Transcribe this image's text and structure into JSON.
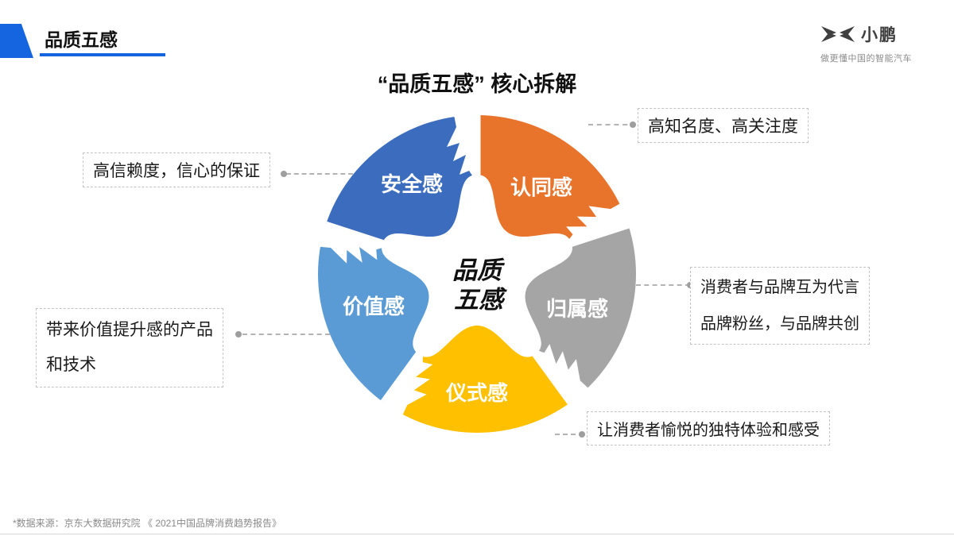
{
  "header": {
    "title": "品质五感"
  },
  "brand": {
    "name": "小鹏",
    "tagline": "做更懂中国的智能汽车",
    "accent": "#1565E0"
  },
  "main": {
    "title": "“品质五感” 核心拆解"
  },
  "diagram": {
    "center": {
      "line1": "品质",
      "line2": "五感"
    },
    "segments": [
      {
        "label": "安全感",
        "color": "#3B6CBE"
      },
      {
        "label": "认同感",
        "color": "#E8732B"
      },
      {
        "label": "归属感",
        "color": "#A5A5A5"
      },
      {
        "label": "仪式感",
        "color": "#FFC000"
      },
      {
        "label": "价值感",
        "color": "#5B9BD5"
      }
    ]
  },
  "callouts": {
    "recognition": {
      "text": "高知名度、高关注度"
    },
    "safety": {
      "text": "高信赖度，信心的保证"
    },
    "belonging": {
      "line1": "消费者与品牌互为代言",
      "line2": "品牌粉丝，与品牌共创"
    },
    "value": {
      "line1": "带来价值提升感的产品",
      "line2": "和技术"
    },
    "ritual": {
      "text": "让消费者愉悦的独特体验和感受"
    }
  },
  "footer": {
    "source": "*数据来源：京东大数据研究院 《 2021中国品牌消费趋势报告》"
  }
}
